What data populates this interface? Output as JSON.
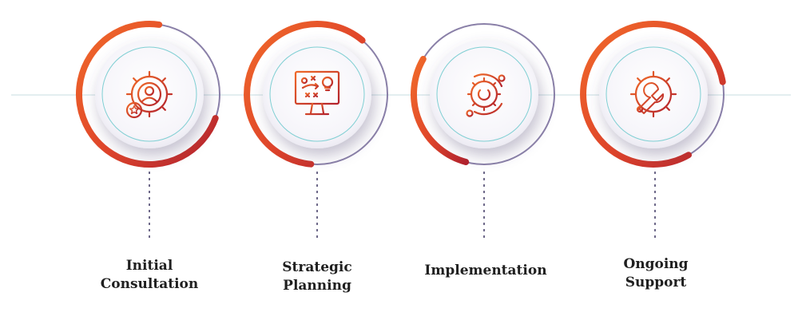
{
  "colors": {
    "accent_orange": "#ee5a28",
    "accent_red": "#b3222c",
    "ring_outline": "#8a80a8",
    "inner_ring": "#7fcfd3",
    "connector": "#e3eef0",
    "text": "#1f1f1f"
  },
  "steps": [
    {
      "icon": "gear-person-star-icon",
      "lines": [
        "Initial",
        "Consultation"
      ]
    },
    {
      "icon": "monitor-strategy-bulb-icon",
      "lines": [
        "Strategic",
        "Planning"
      ]
    },
    {
      "icon": "gear-power-icon",
      "lines": [
        "Implementation"
      ]
    },
    {
      "icon": "gear-wrench-icon",
      "lines": [
        "Ongoing",
        "Support"
      ]
    }
  ]
}
